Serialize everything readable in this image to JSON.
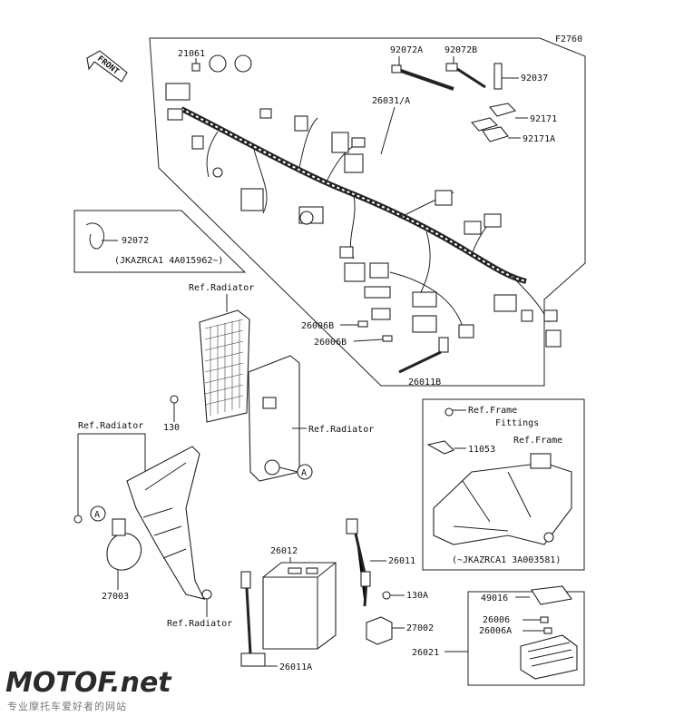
{
  "figure_code": "F2760",
  "front_label": "FRONT",
  "labels": {
    "p21061": "21061",
    "p92072A": "92072A",
    "p92072B": "92072B",
    "p92037": "92037",
    "p26031A": "26031/A",
    "p92171": "92171",
    "p92171A": "92171A",
    "p92072": "92072",
    "note_frame_old": "(JKAZRCA1 4A015962~)",
    "ref_radiator_top": "Ref.Radiator",
    "p26006B_1": "26006B",
    "p26006B_2": "26006B",
    "p26011B": "26011B",
    "p130": "130",
    "ref_radiator_mid": "Ref.Radiator",
    "ref_radiator_left": "Ref.Radiator",
    "ref_frame_fittings_1": "Ref.Frame",
    "ref_frame_fittings_2": "Fittings",
    "p11053": "11053",
    "ref_frame": "Ref.Frame",
    "note_frame_new": "(~JKAZRCA1 3A003581)",
    "p26012": "26012",
    "p26011": "26011",
    "p130A": "130A",
    "p27002": "27002",
    "p27003": "27003",
    "ref_radiator_bottom": "Ref.Radiator",
    "p26011A": "26011A",
    "p49016": "49016",
    "p26006": "26006",
    "p26006A": "26006A",
    "p26021": "26021",
    "marker_a": "A",
    "marker_a2": "A"
  },
  "watermark": {
    "brand": "MOTOF.net",
    "tagline": "专业摩托车爱好者的网站"
  }
}
